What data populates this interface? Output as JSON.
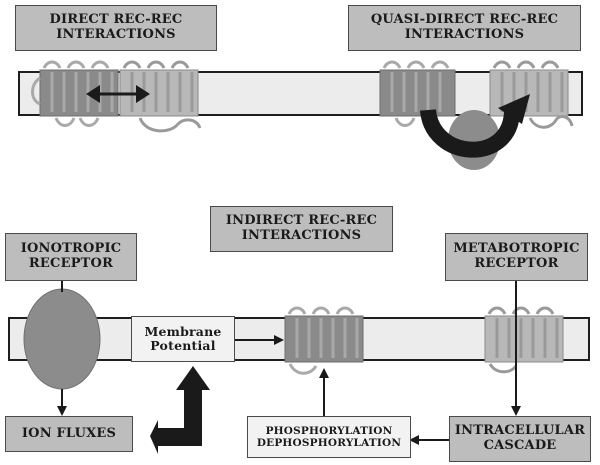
{
  "labels": {
    "direct": [
      "DIRECT REC-REC",
      "INTERACTIONS"
    ],
    "quasi_direct": [
      "QUASI-DIRECT REC-REC",
      "INTERACTIONS"
    ],
    "indirect": [
      "INDIRECT REC-REC",
      "INTERACTIONS"
    ],
    "ionotropic": [
      "IONOTROPIC",
      "RECEPTOR"
    ],
    "metabotropic": [
      "METABOTROPIC",
      "RECEPTOR"
    ],
    "membrane_potential": [
      "Membrane",
      "Potential"
    ],
    "ion_fluxes": "ION FLUXES",
    "phosphorylation": [
      "PHOSPHORYLATION",
      "DEPHOSPHORYLATION"
    ],
    "intracellular_cascade": [
      "INTRACELLULAR",
      "CASCADE"
    ]
  },
  "colors": {
    "label_box": "#bdbdbd",
    "light_box": "#f2f2f2",
    "membrane": "#ececec",
    "receptor_dark": "#8a8a8a",
    "receptor_light": "#b8b8b8",
    "loop": "#9e9e9e",
    "ellipse": "#8c8c8c",
    "arrow": "#1a1a1a"
  }
}
